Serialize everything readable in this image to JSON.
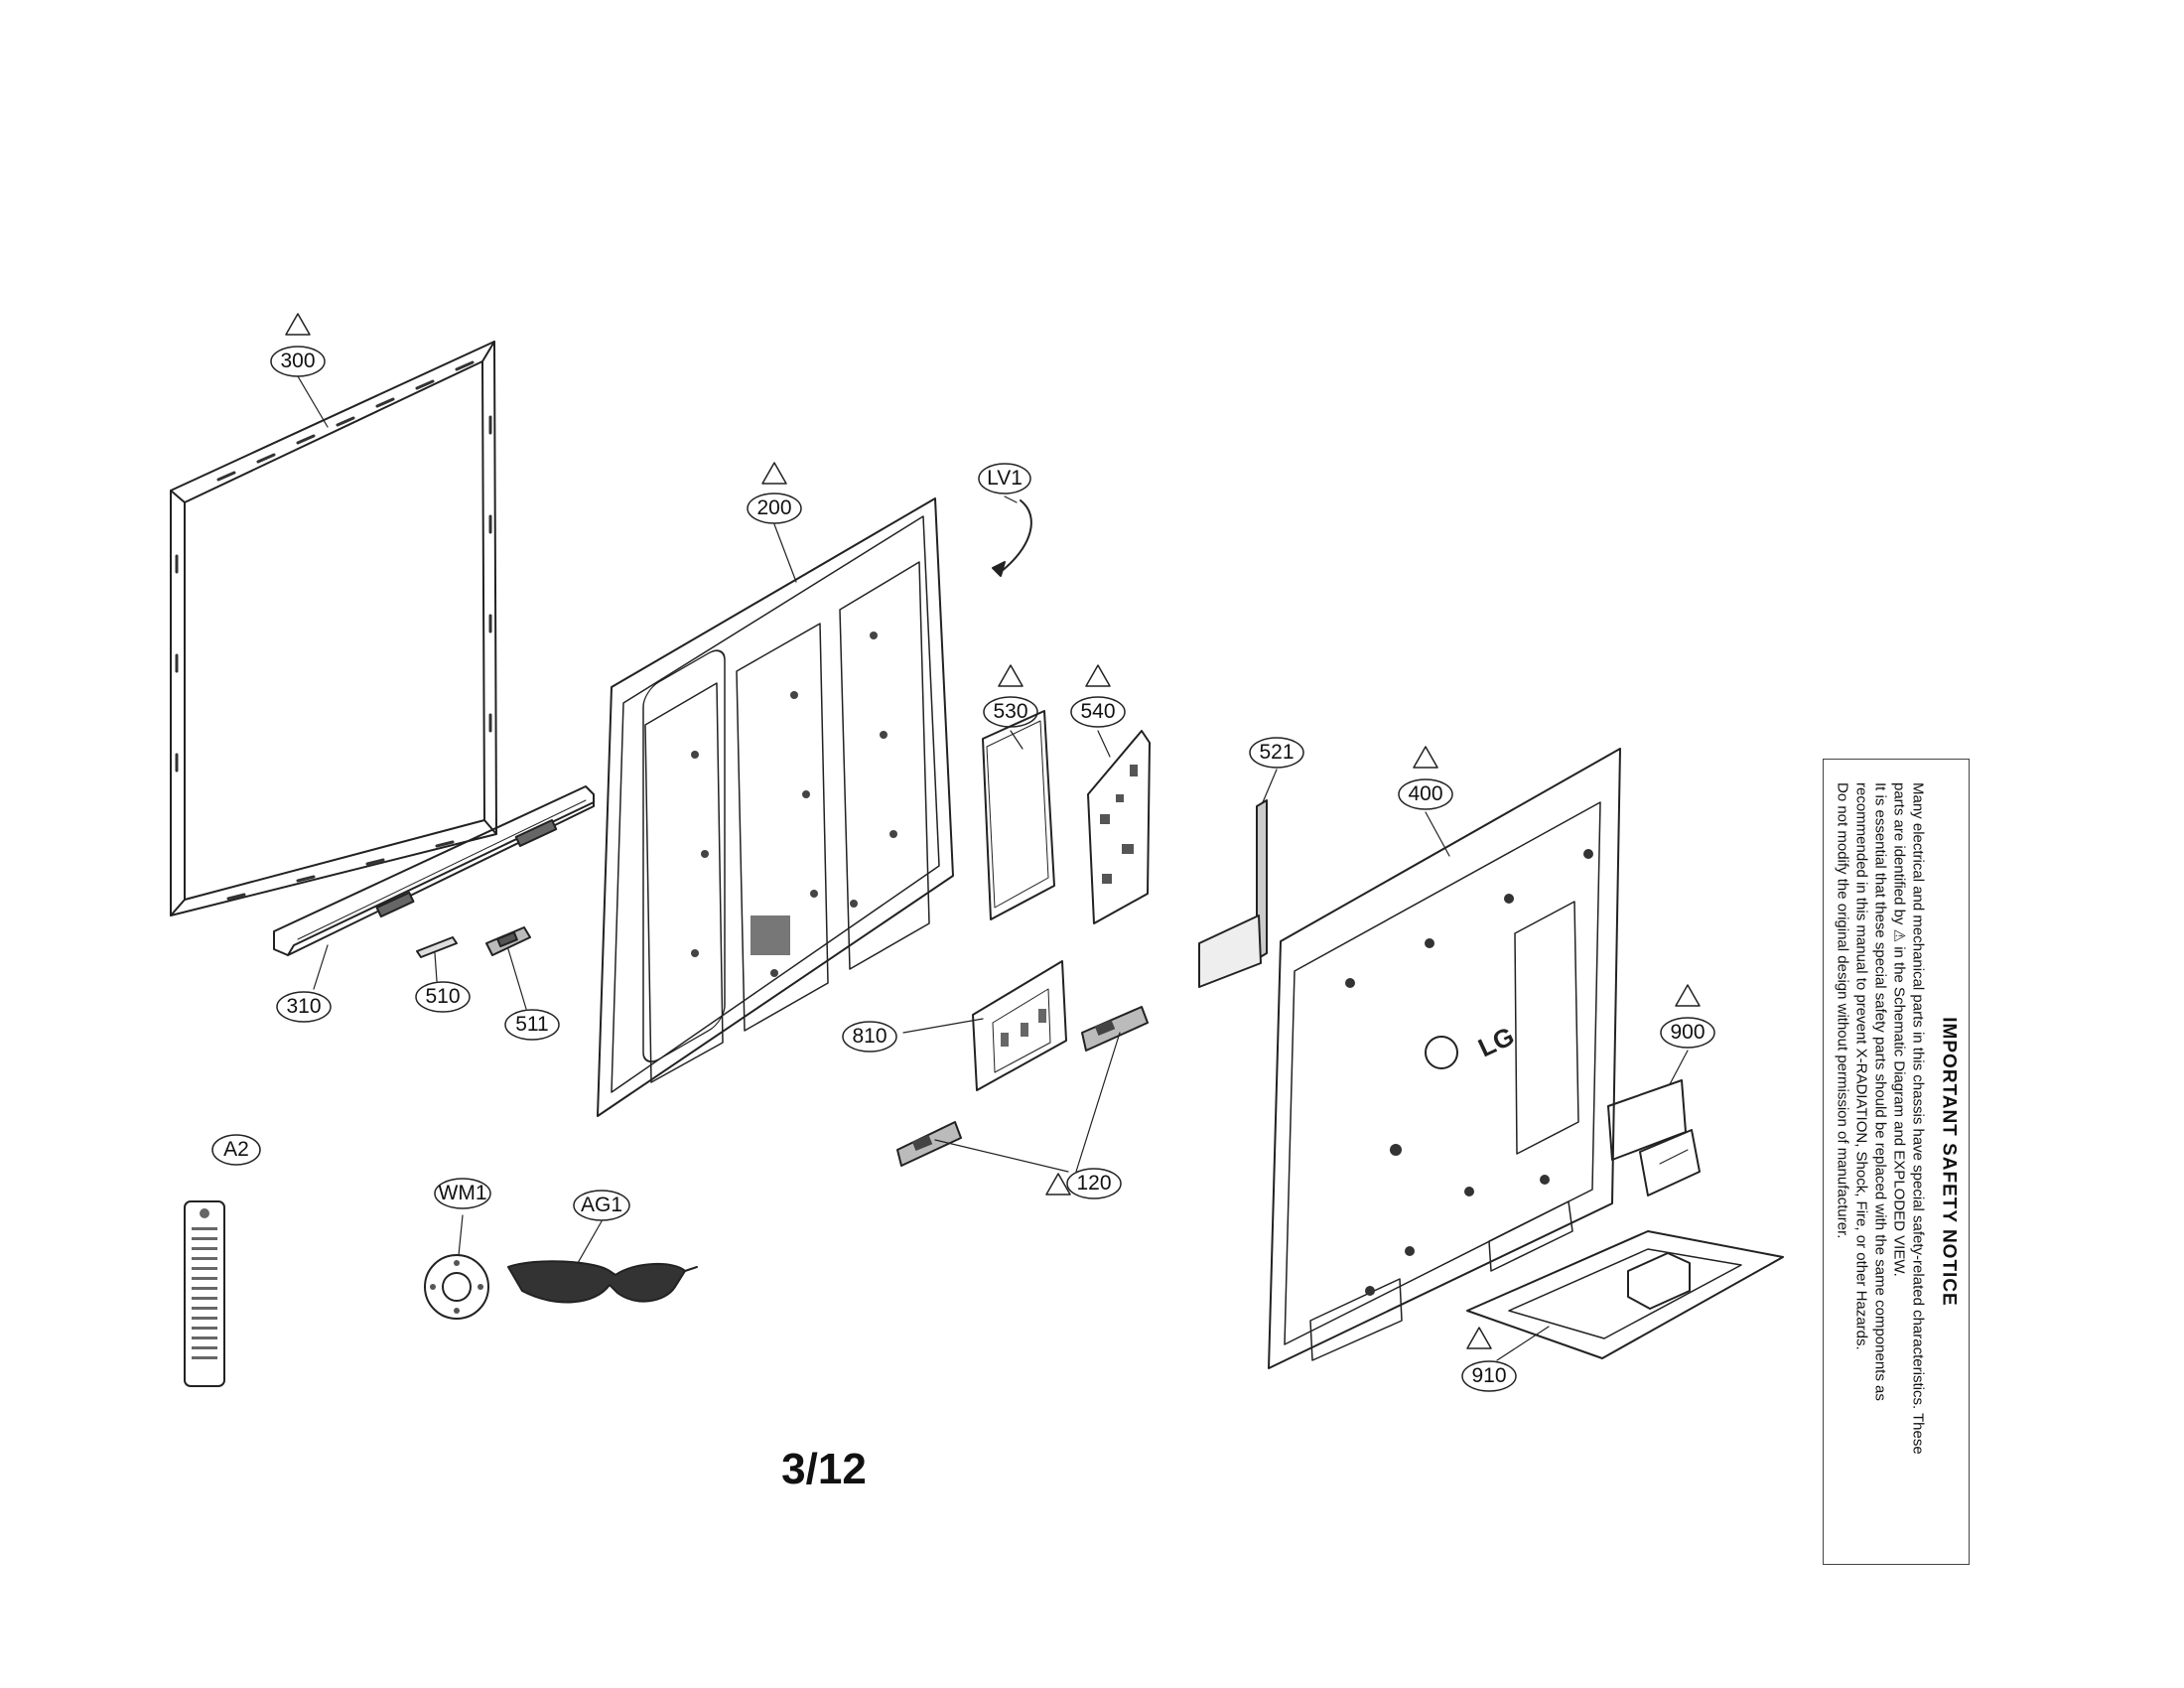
{
  "callouts": {
    "c300": "300",
    "c310": "310",
    "c200": "200",
    "cLV1": "LV1",
    "c530": "530",
    "c540": "540",
    "c521": "521",
    "c400": "400",
    "c510": "510",
    "c511": "511",
    "c810": "810",
    "c120": "120",
    "c900": "900",
    "c910": "910",
    "cA2": "A2",
    "cWM1": "WM1",
    "cAG1": "AG1"
  },
  "logo_text": "LG",
  "page_number": "3/12",
  "safety_notice": {
    "title": "IMPORTANT SAFETY NOTICE",
    "line1": "Many electrical and mechanical parts in this chassis have special safety-related characteristics. These",
    "line2": "parts are identified by ⚠ in the Schematic Diagram and EXPLODED VIEW.",
    "line3": "It is essential that these special safety parts should be replaced with the same components as",
    "line4": "recommended in this manual to prevent X-RADIATION, Shock, Fire, or other Hazards.",
    "line5": "Do not modify the original design without permission of manufacturer."
  }
}
